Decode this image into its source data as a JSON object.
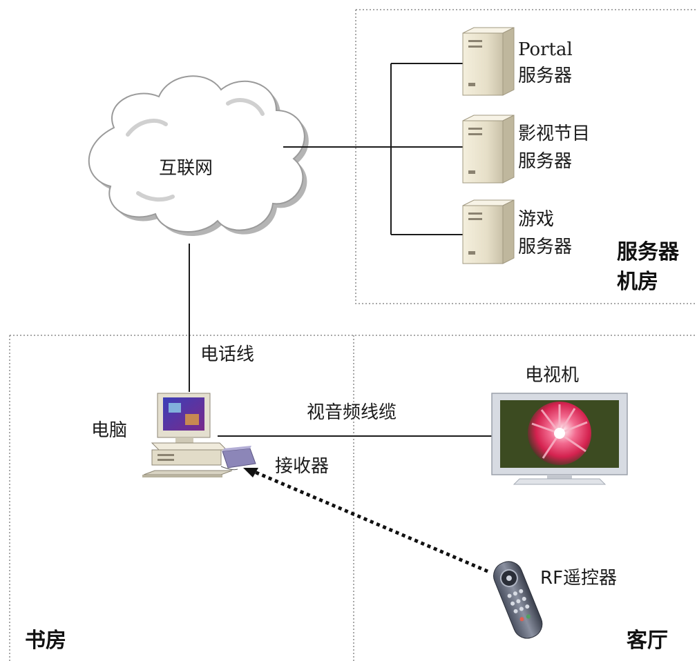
{
  "cloud": {
    "label": "互联网"
  },
  "servers": [
    {
      "line1": "Portal",
      "line2": "服务器"
    },
    {
      "line1": "影视节目",
      "line2": "服务器"
    },
    {
      "line1": "游戏",
      "line2": "服务器"
    }
  ],
  "server_room": {
    "line1": "服务器",
    "line2": "机房"
  },
  "phone_line": "电话线",
  "computer": "电脑",
  "av_cable": "视音频线缆",
  "receiver": "接收器",
  "tv": "电视机",
  "remote": "RF遥控器",
  "study_room": "书房",
  "living_room": "客厅",
  "colors": {
    "line": "#1a1a1a",
    "zone_border": "#888888",
    "cloud_fill": "#ffffff",
    "cloud_shadow": "#b8b8b8",
    "server_body": "#e8e2cc",
    "tv_frame": "#c8ccd4"
  }
}
